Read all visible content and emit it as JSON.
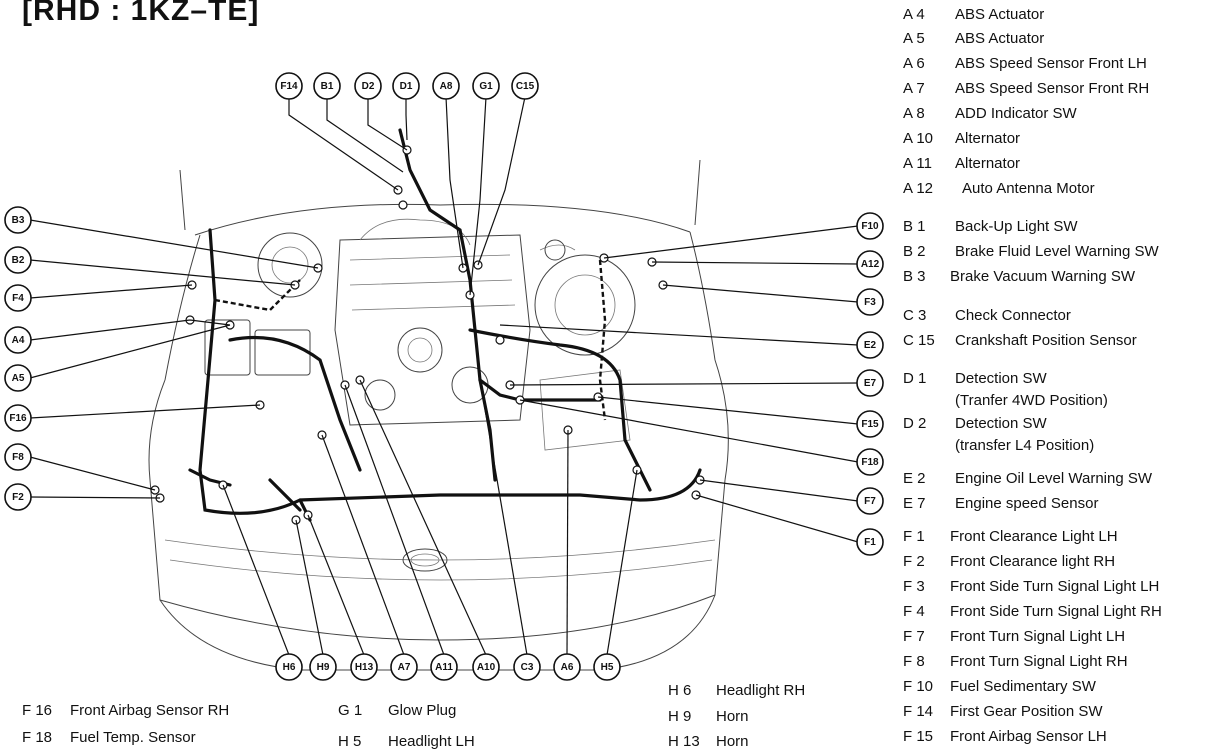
{
  "title": "[RHD : 1KZ–TE]",
  "callouts_top": [
    "F14",
    "B1",
    "D2",
    "D1",
    "A8",
    "G1",
    "C15"
  ],
  "callouts_left": [
    "B3",
    "B2",
    "F4",
    "A4",
    "A5",
    "F16",
    "F8",
    "F2"
  ],
  "callouts_right": [
    "F10",
    "A12",
    "F3",
    "E2",
    "E7",
    "F15",
    "F18",
    "F7",
    "F1"
  ],
  "callouts_bottom": [
    "H6",
    "H9",
    "H13",
    "A7",
    "A11",
    "A10",
    "C3",
    "A6",
    "H5"
  ],
  "legend_right": [
    {
      "code": "A 4",
      "label": "ABS Actuator"
    },
    {
      "code": "A 5",
      "label": "ABS Actuator"
    },
    {
      "code": "A 6",
      "label": "ABS Speed Sensor Front LH"
    },
    {
      "code": "A 7",
      "label": "ABS Speed Sensor Front RH"
    },
    {
      "code": "A 8",
      "label": "ADD Indicator SW"
    },
    {
      "code": "A 10",
      "label": "Alternator"
    },
    {
      "code": "A 11",
      "label": "Alternator"
    },
    {
      "code": "A 12",
      "label": "Auto Antenna Motor"
    },
    {
      "code": "B 1",
      "label": "Back-Up Light SW"
    },
    {
      "code": "B 2",
      "label": "Brake Fluid Level Warning SW"
    },
    {
      "code": "B 3",
      "label": "Brake Vacuum Warning SW"
    },
    {
      "code": "C 3",
      "label": "Check Connector"
    },
    {
      "code": "C 15",
      "label": "Crankshaft Position Sensor"
    },
    {
      "code": "D 1",
      "label": "Detection SW"
    },
    {
      "code": "",
      "label": "(Tranfer 4WD Position)"
    },
    {
      "code": "D 2",
      "label": "Detection SW"
    },
    {
      "code": "",
      "label": "(transfer L4 Position)"
    },
    {
      "code": "E 2",
      "label": "Engine Oil Level Warning SW"
    },
    {
      "code": "E 7",
      "label": "Engine speed Sensor"
    },
    {
      "code": "F 1",
      "label": "Front Clearance Light LH"
    },
    {
      "code": "F 2",
      "label": "Front Clearance light RH"
    },
    {
      "code": "F 3",
      "label": "Front Side Turn Signal Light LH"
    },
    {
      "code": "F 4",
      "label": "Front Side Turn Signal Light RH"
    },
    {
      "code": "F 7",
      "label": "Front Turn Signal Light LH"
    },
    {
      "code": "F 8",
      "label": "Front Turn Signal Light RH"
    },
    {
      "code": "F 10",
      "label": "Fuel Sedimentary SW"
    },
    {
      "code": "F 14",
      "label": "First Gear Position SW"
    },
    {
      "code": "F 15",
      "label": "Front Airbag Sensor LH"
    }
  ],
  "legend_bottom": [
    {
      "code": "F 16",
      "label": "Front Airbag Sensor RH"
    },
    {
      "code": "F 18",
      "label": "Fuel Temp. Sensor"
    },
    {
      "code": "G 1",
      "label": "Glow Plug"
    },
    {
      "code": "H 5",
      "label": "Headlight LH"
    },
    {
      "code": "H 6",
      "label": "Headlight RH"
    },
    {
      "code": "H 9",
      "label": "Horn"
    },
    {
      "code": "H 13",
      "label": "Horn"
    }
  ]
}
